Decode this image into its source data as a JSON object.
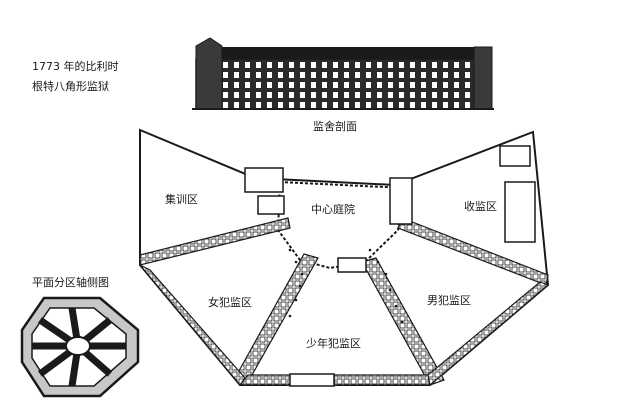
{
  "caption": {
    "line1": "1773 年的比利时",
    "line2": "根特八角形监狱"
  },
  "elevation_label": "监舍剖面",
  "axonometric_label": "平面分区轴侧图",
  "zones": {
    "center": "中心庭院",
    "training": "集训区",
    "intake": "收监区",
    "women": "女犯监区",
    "men": "男犯监区",
    "juvenile": "少年犯监区"
  },
  "colors": {
    "ink": "#1a1a1a",
    "paper": "#ffffff"
  }
}
